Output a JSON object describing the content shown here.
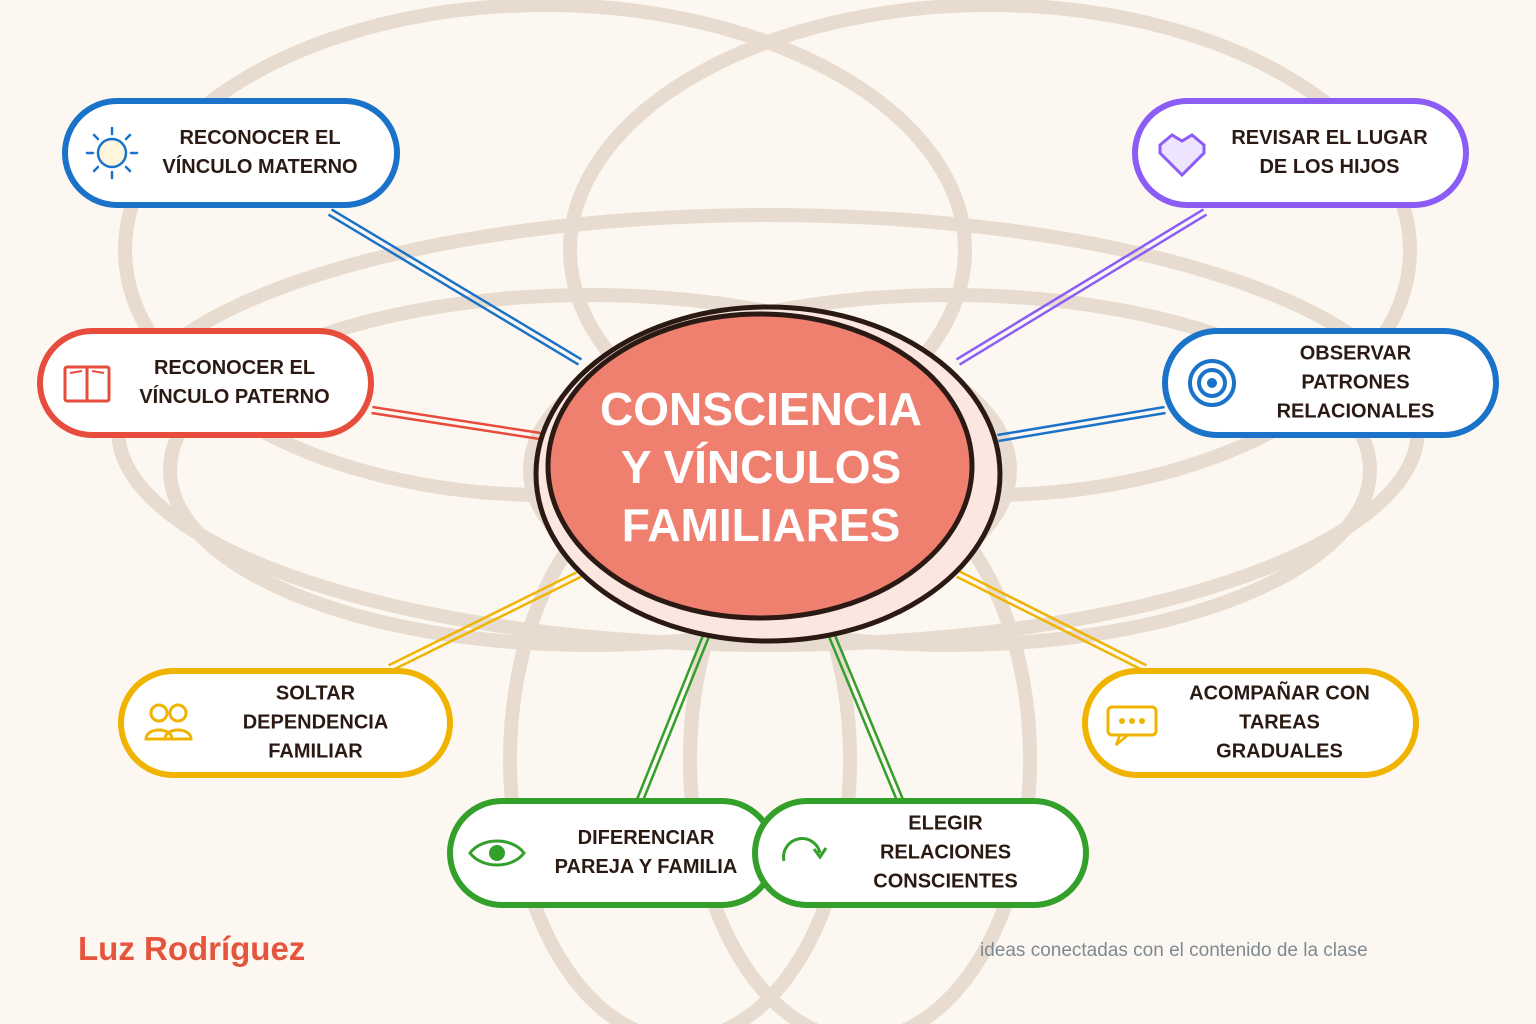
{
  "center_topic": {
    "lines": [
      "CONSCIENCIA",
      "Y VÍNCULOS",
      "FAMILIARES"
    ]
  },
  "nodes": [
    {
      "id": "vinculo-materno",
      "lines": [
        "RECONOCER EL",
        "VÍNCULO MATERNO"
      ],
      "color": "#1a73c9",
      "icon": "sun-icon"
    },
    {
      "id": "vinculo-paterno",
      "lines": [
        "RECONOCER EL",
        "VÍNCULO PATERNO"
      ],
      "color": "#e74c3c",
      "icon": "book-icon"
    },
    {
      "id": "soltar-dependencia",
      "lines": [
        "SOLTAR",
        "DEPENDENCIA",
        "FAMILIAR"
      ],
      "color": "#f0b400",
      "icon": "people-icon"
    },
    {
      "id": "diferenciar-pareja",
      "lines": [
        "DIFERENCIAR",
        "PAREJA Y FAMILIA"
      ],
      "color": "#33a02c",
      "icon": "eye-icon"
    },
    {
      "id": "elegir-relaciones",
      "lines": [
        "ELEGIR",
        "RELACIONES",
        "CONSCIENTES"
      ],
      "color": "#33a02c",
      "icon": "refresh-icon"
    },
    {
      "id": "acompanar-tareas",
      "lines": [
        "ACOMPAÑAR CON",
        "TAREAS",
        "GRADUALES"
      ],
      "color": "#f0b400",
      "icon": "chat-icon"
    },
    {
      "id": "observar-patrones",
      "lines": [
        "OBSERVAR",
        "PATRONES",
        "RELACIONALES"
      ],
      "color": "#1a73c9",
      "icon": "target-icon"
    },
    {
      "id": "lugar-hijos",
      "lines": [
        "REVISAR EL LUGAR",
        "DE LOS HIJOS"
      ],
      "color": "#8b5cf6",
      "icon": "heart-icon"
    }
  ],
  "colors": {
    "background": "#fdf7f1",
    "center_fill": "#ef7f6e",
    "center_outline": "#2b1a14",
    "decorative_rings": "#e7dccf"
  },
  "author": "Luz Rodríguez",
  "caption": "ideas conectadas con el contenido de la clase"
}
